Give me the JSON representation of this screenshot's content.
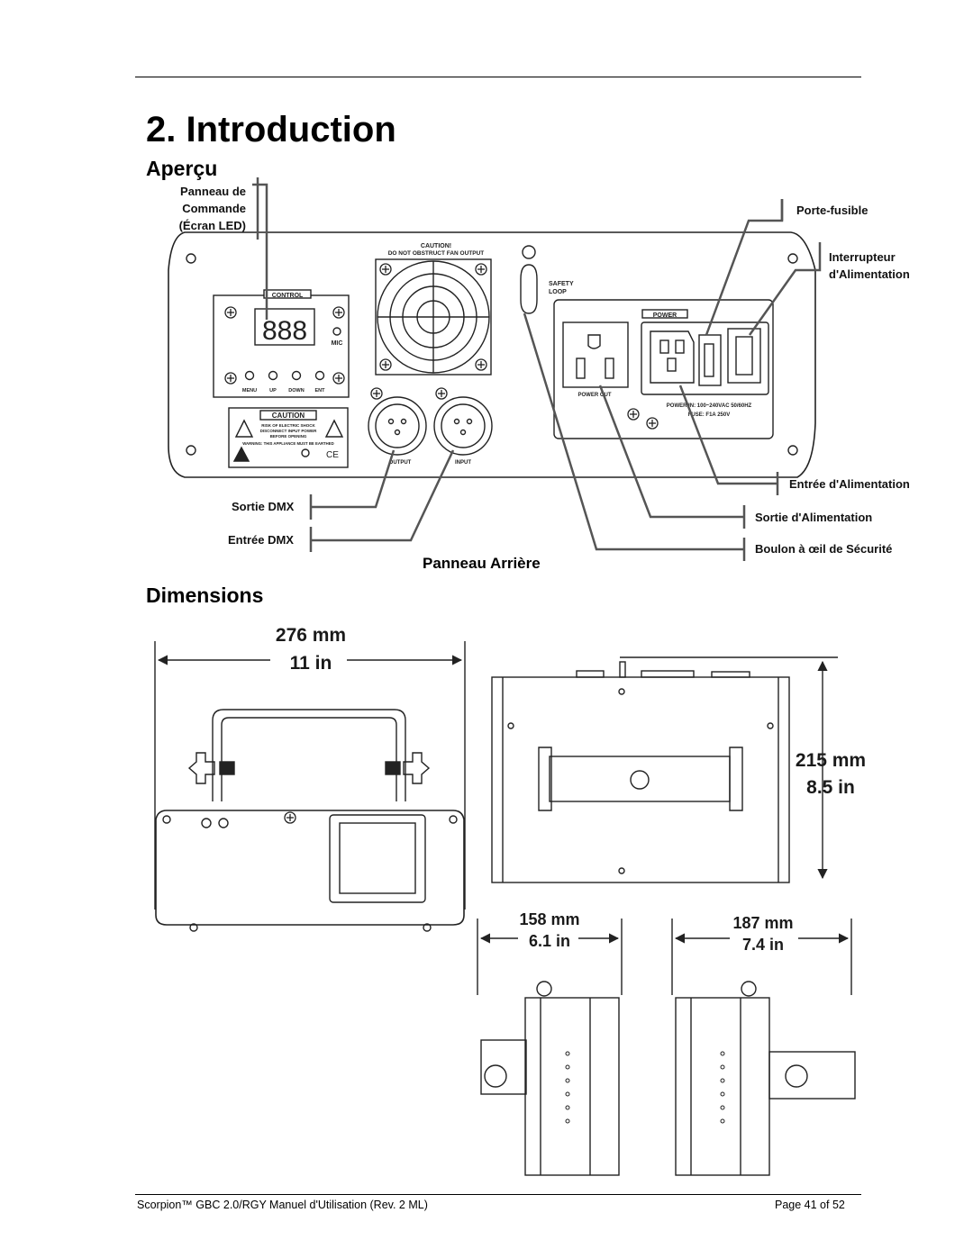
{
  "header": {
    "title": "2. Introduction"
  },
  "overview": {
    "heading": "Aperçu",
    "labels": {
      "control_panel": [
        "Panneau de",
        "Commande",
        "(Écran LED)"
      ],
      "fuse_holder": "Porte-fusible",
      "power_switch": [
        "Interrupteur",
        "d'Alimentation"
      ],
      "power_input": "Entrée d'Alimentation",
      "power_output": "Sortie d'Alimentation",
      "safety_bolt": "Boulon à œil de Sécurité",
      "dmx_out": "Sortie DMX",
      "dmx_in": "Entrée DMX"
    },
    "caption": "Panneau Arrière",
    "panel_text": {
      "caution_fan": "CAUTION!",
      "fan_output": "DO NOT OBSTRUCT FAN OUTPUT",
      "control": "CONTROL",
      "mic": "MIC",
      "buttons": [
        "MENU",
        "UP",
        "DOWN",
        "ENT"
      ],
      "safety_loop": [
        "SAFETY",
        "LOOP"
      ],
      "power": "POWER",
      "power_out": "POWER OUT",
      "power_in": "POWER IN: 100~240VAC 50/60HZ",
      "fuse": "FUSE: F1A 250V",
      "caution": "CAUTION",
      "caution_lines": [
        "RISK OF ELECTRIC SHOCK",
        "DISCONNECT INPUT POWER",
        "BEFORE OPENING"
      ],
      "warning": "WARNING: THIS APPLIANCE MUST BE EARTHED",
      "output": "OUTPUT",
      "input": "INPUT",
      "display": "888"
    }
  },
  "dimensions": {
    "heading": "Dimensions",
    "width": [
      "276 mm",
      "11 in"
    ],
    "height": [
      "215 mm",
      "8.5 in"
    ],
    "depth_left": [
      "158 mm",
      "6.1 in"
    ],
    "depth_right": [
      "187 mm",
      "7.4 in"
    ]
  },
  "footer": {
    "manual": "Scorpion™ GBC 2.0/RGY Manuel d'Utilisation (Rev. 2 ML)",
    "page": "Page 41 of 52"
  }
}
